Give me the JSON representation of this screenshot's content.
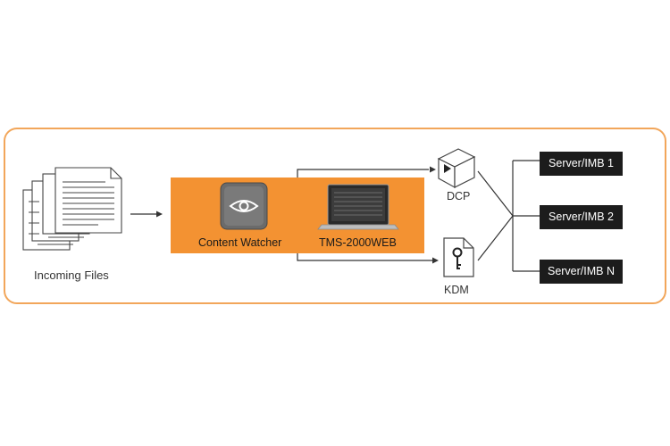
{
  "diagram": {
    "incoming_label": "Incoming Files",
    "content_watcher_label": "Content Watcher",
    "tms_label": "TMS-2000WEB",
    "dcp_label": "DCP",
    "kdm_label": "KDM",
    "servers": [
      "Server/IMB 1",
      "Server/IMB 2",
      "Server/IMB N"
    ]
  },
  "colors": {
    "frame_border": "#f2a65a",
    "process_box": "#f39232",
    "server_box": "#1c1c1c",
    "connector": "#333333"
  },
  "icons": [
    "documents-stack-icon",
    "eye-icon",
    "laptop-icon",
    "dcp-package-icon",
    "key-document-icon"
  ]
}
